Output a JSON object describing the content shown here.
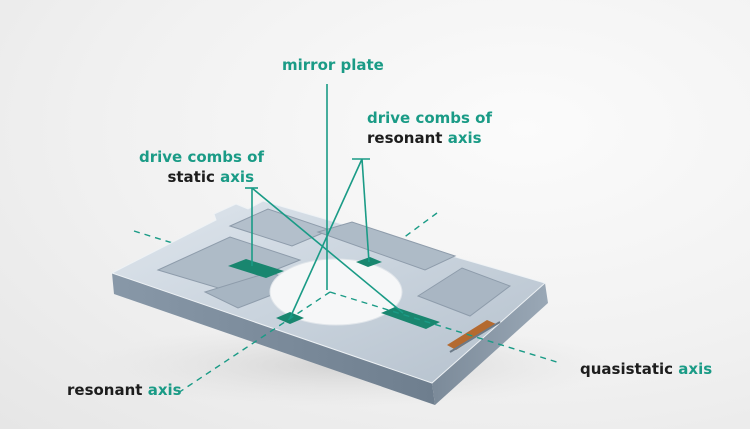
{
  "labels": {
    "mirror_plate": "mirror plate",
    "drive_combs_resonant": {
      "line1": "drive combs of",
      "word": "resonant",
      "axis": "axis"
    },
    "drive_combs_static": {
      "line1": "drive combs of",
      "word": "static",
      "axis": "axis"
    },
    "resonant_axis": {
      "word": "resonant",
      "axis": "axis"
    },
    "quasistatic_axis": {
      "word": "quasistatic",
      "axis": "axis"
    }
  },
  "colors": {
    "accent_teal": "#1a9b86",
    "text_dark": "#1d1d1d",
    "chip_metal": "#b7c3cf"
  }
}
